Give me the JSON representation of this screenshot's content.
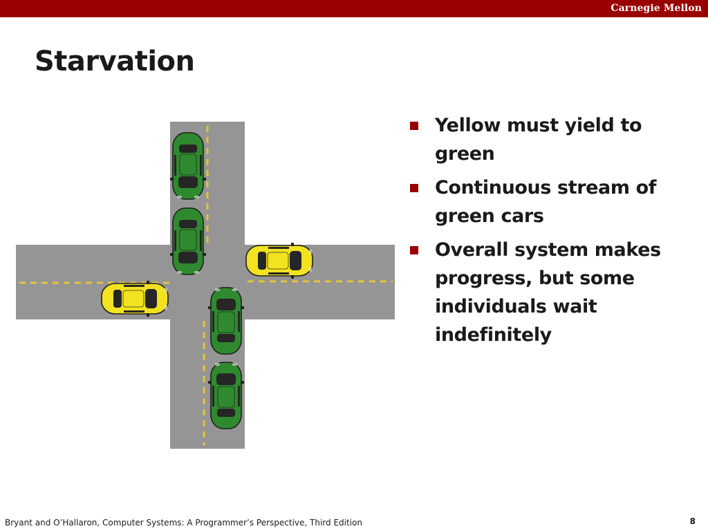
{
  "header": {
    "brand": "Carnegie Mellon",
    "bar_color": "#990000"
  },
  "slide": {
    "title": "Starvation",
    "bullets": [
      "Yellow must yield to green",
      "Continuous stream of green cars",
      "Overall system makes progress, but some individuals wait indefinitely"
    ],
    "bullet_color": "#990000"
  },
  "illustration": {
    "description_icons": [
      "intersection-road",
      "green-car",
      "yellow-car"
    ],
    "road_color": "#959595",
    "lane_marking_color": "#e5c33a",
    "green_car_color": "#2f8a2f",
    "yellow_car_color": "#f2e21f",
    "green_car_count": 4,
    "yellow_car_count": 2
  },
  "footer": {
    "citation": "Bryant and O’Hallaron, Computer Systems: A Programmer’s Perspective, Third Edition",
    "page_number": "8"
  }
}
